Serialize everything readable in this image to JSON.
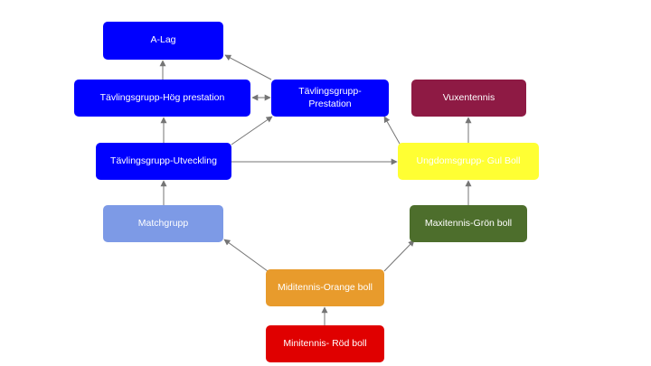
{
  "nodes": {
    "alag": {
      "label": "A-Lag",
      "color": "#0000ff"
    },
    "hog": {
      "label": "Tävlingsgrupp-Hög prestation",
      "color": "#0000ff"
    },
    "prest": {
      "label": "Tävlingsgrupp-Prestation",
      "color": "#0000ff"
    },
    "utv": {
      "label": "Tävlingsgrupp-Utveckling",
      "color": "#0000ff"
    },
    "match": {
      "label": "Matchgrupp",
      "color": "#7d9ae6"
    },
    "vux": {
      "label": "Vuxentennis",
      "color": "#8e1a44"
    },
    "ungdom": {
      "label": "Ungdomsgrupp- Gul Boll",
      "color": "#ffff33"
    },
    "maxi": {
      "label": "Maxitennis-Grön boll",
      "color": "#4d6e2c"
    },
    "midi": {
      "label": "Miditennis-Orange boll",
      "color": "#e89b2c"
    },
    "mini": {
      "label": "Minitennis- Röd boll",
      "color": "#e00000"
    }
  },
  "edge_color": "#757575",
  "edges": [
    {
      "from": "hog",
      "to": "alag"
    },
    {
      "from": "prest",
      "to": "alag"
    },
    {
      "from": "hog",
      "to": "prest"
    },
    {
      "from": "prest",
      "to": "hog"
    },
    {
      "from": "utv",
      "to": "hog"
    },
    {
      "from": "utv",
      "to": "prest"
    },
    {
      "from": "utv",
      "to": "ungdom"
    },
    {
      "from": "match",
      "to": "utv"
    },
    {
      "from": "ungdom",
      "to": "prest"
    },
    {
      "from": "ungdom",
      "to": "vux"
    },
    {
      "from": "maxi",
      "to": "ungdom"
    },
    {
      "from": "midi",
      "to": "match"
    },
    {
      "from": "midi",
      "to": "maxi"
    },
    {
      "from": "mini",
      "to": "midi"
    }
  ]
}
